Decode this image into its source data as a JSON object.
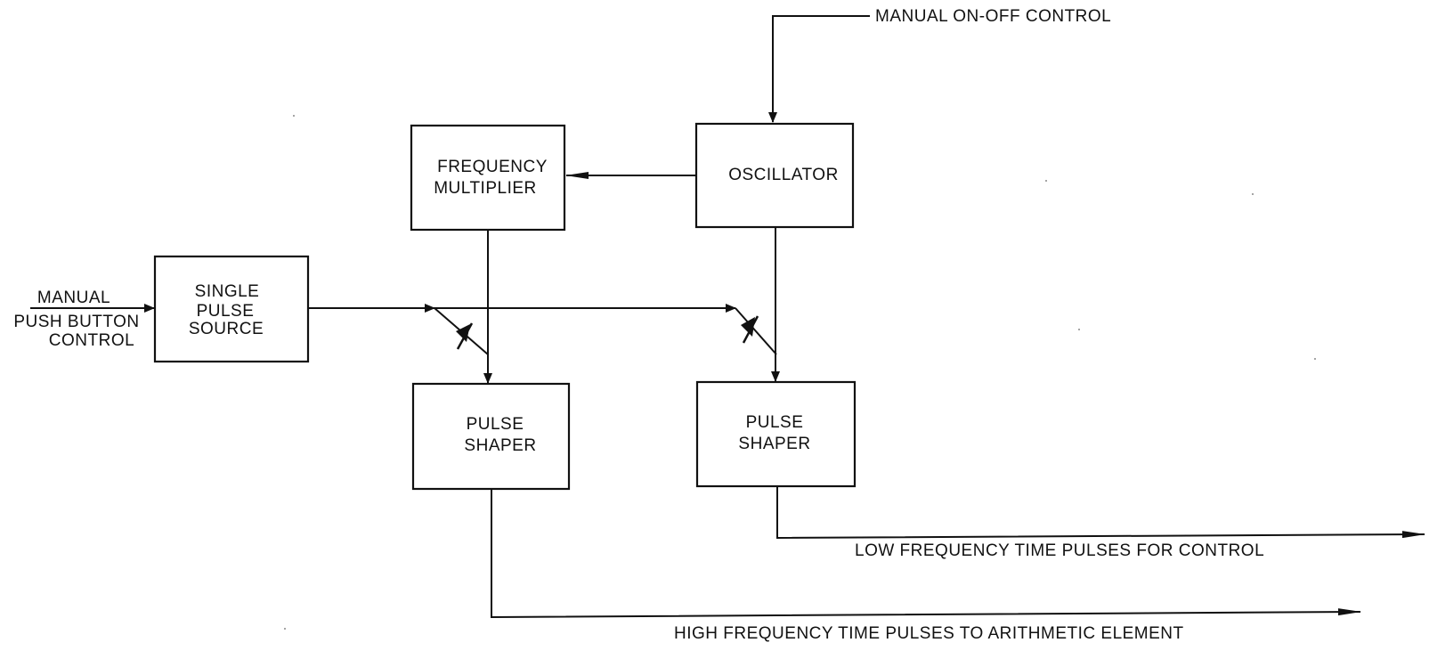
{
  "labels": {
    "manual_on_off": "MANUAL ON-OFF CONTROL",
    "manual_push": [
      "MANUAL",
      "PUSH BUTTON",
      "CONTROL"
    ],
    "low_freq_out": "LOW FREQUENCY TIME PULSES FOR CONTROL",
    "high_freq_out": "HIGH FREQUENCY TIME PULSES TO ARITHMETIC ELEMENT"
  },
  "blocks": {
    "freq_multiplier": [
      "FREQUENCY",
      "MULTIPLIER"
    ],
    "oscillator": [
      "OSCILLATOR"
    ],
    "single_pulse": [
      "SINGLE",
      "PULSE",
      "SOURCE"
    ],
    "pulse_shaper_left": [
      "PULSE",
      "SHAPER"
    ],
    "pulse_shaper_right": [
      "PULSE",
      "SHAPER"
    ]
  }
}
